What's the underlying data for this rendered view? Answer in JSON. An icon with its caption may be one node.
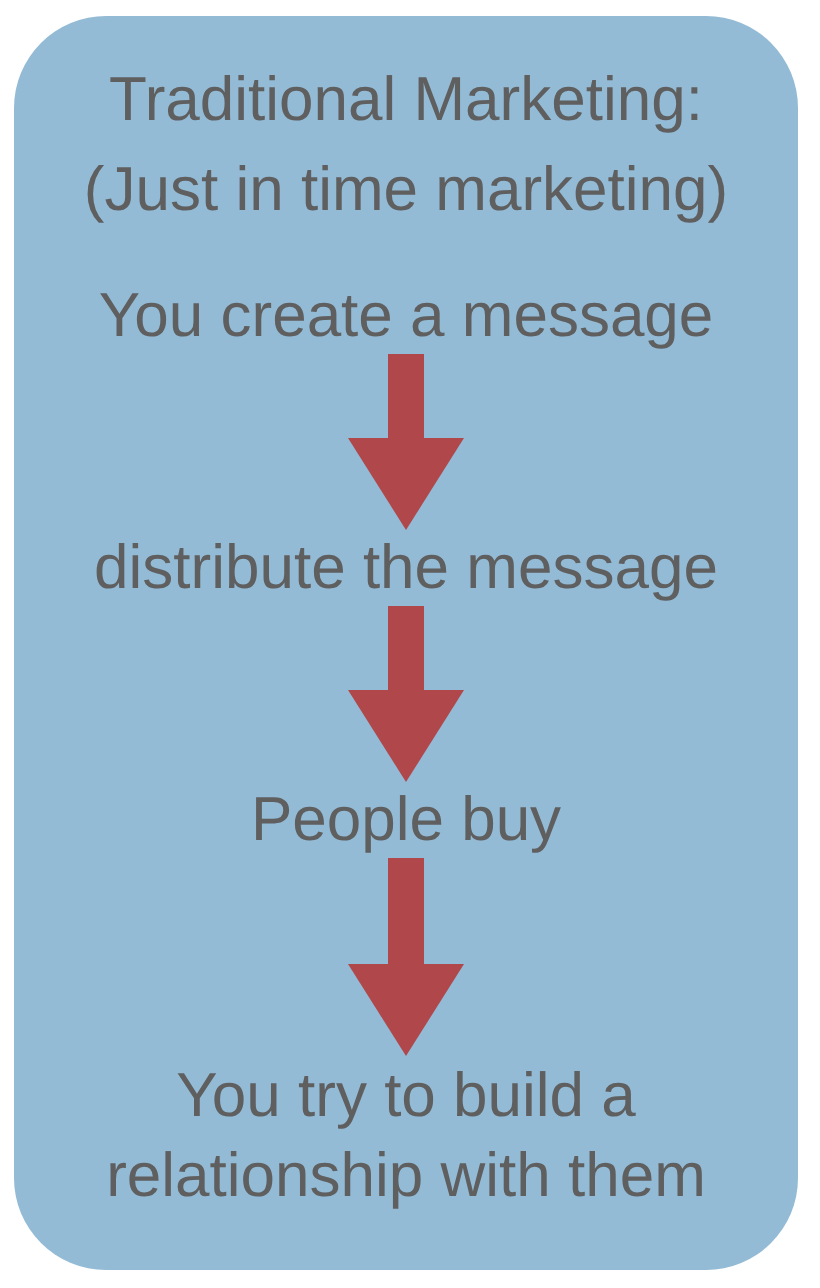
{
  "diagram": {
    "nodes": [
      {
        "text": [
          "Traditional Marketing: (Just in time marketing)"
        ]
      },
      {
        "text": [
          "You create a message"
        ],
        "in": 0
      },
      {
        "text": [
          "distribute the message"
        ],
        "in": 0
      },
      {
        "text": [
          "People buy"
        ],
        "in": 0
      },
      {
        "text": [
          "You try to build a relationship with them"
        ],
        "in": 0
      }
    ],
    "edges": [
      {
        "from": 1,
        "to": 2,
        "arrow": "to"
      },
      {
        "from": 2,
        "to": 3,
        "arrow": "to"
      },
      {
        "from": 3,
        "to": 4,
        "arrow": "to"
      }
    ]
  }
}
